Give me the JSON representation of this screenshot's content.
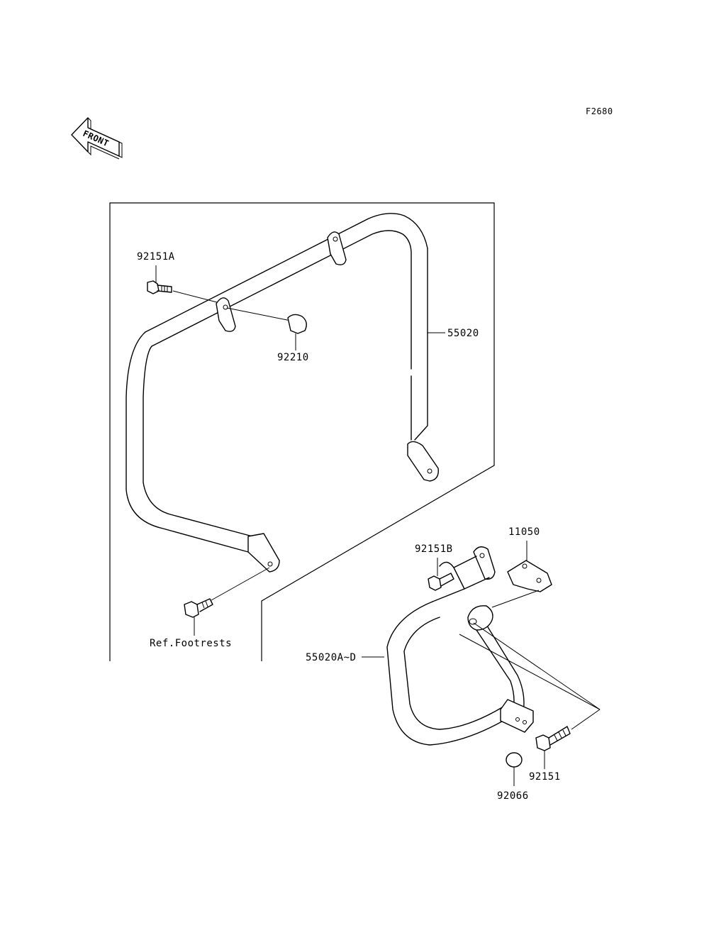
{
  "figure_code": "F2680",
  "front_arrow": {
    "text": "FRONT",
    "icon": "front-direction-arrow-icon"
  },
  "labels": {
    "p92151A": "92151A",
    "p92210": "92210",
    "p55020": "55020",
    "p92151B": "92151B",
    "p11050": "11050",
    "p55020AD": "55020A~D",
    "p92151": "92151",
    "p92066": "92066",
    "ref_footrests": "Ref.Footrests"
  }
}
